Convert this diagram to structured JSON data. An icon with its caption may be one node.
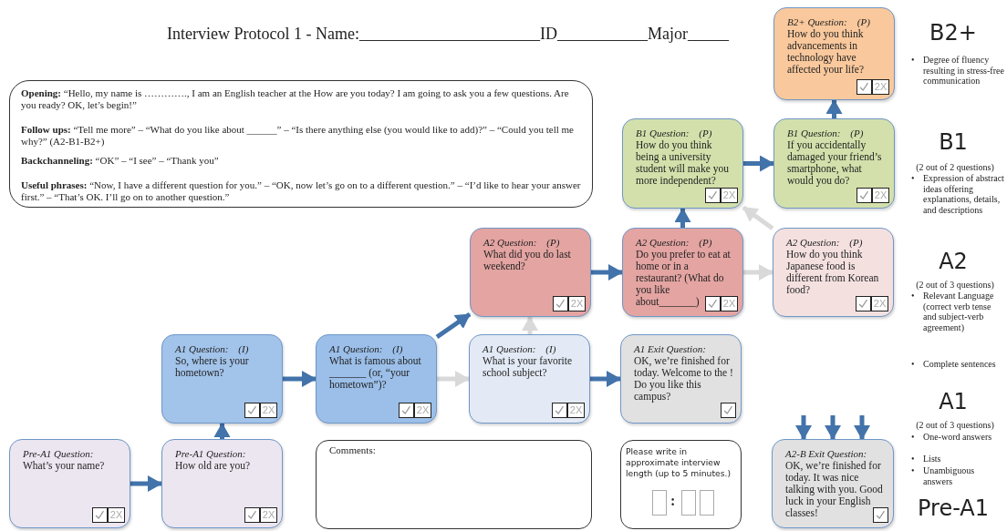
{
  "diagram": {
    "title": "Interview Protocol 1 - Name:______________________ID___________Major_____",
    "nodes": [
      {
        "text": [
          "**Opening:** “Hello, my name is …………., I am an English teacher at the How are you today? I am going to ask you a few questions. Are you ready? OK, let’s begin!”",
          "**Follow ups:** “Tell me more” – “What do you like about ______” – “Is there anything else (you would like to add)?” – “Could you tell me why?” (A2-B1-B2+)",
          "**Backchanneling:** “OK” – “I see” – “Thank you”",
          "**Useful phrases:** “Now, I have a different question for you.” – “OK, now let’s go on to a different question.” – “I’d like to hear your answer first.” – “That’s OK. I’ll go on to another question.”"
        ]
      },
      {
        "text": [
          "B2+ Question: (P)",
          "How do you think advancements in technology have affected your life?",
          "2X"
        ]
      },
      {
        "text": [
          "B1 Question: (P)",
          "How do you think being a university student will make you more independent?",
          "2X"
        ]
      },
      {
        "text": [
          "B1 Question: (P)",
          "If you accidentally damaged your friend’s smartphone, what would you do?",
          "2X"
        ]
      },
      {
        "text": [
          "A2 Question: (P)",
          "What did you do last weekend?",
          "2X"
        ]
      },
      {
        "text": [
          "A2 Question: (P)",
          "Do you prefer to eat at home or in a restaurant? (What do you like about_______)",
          "2X"
        ]
      },
      {
        "text": [
          "A2 Question: (P)",
          "How do you think Japanese food is different from Korean food?",
          "2X"
        ]
      },
      {
        "text": [
          "A1 Question: (I)",
          "So, where is your hometown?",
          "2X"
        ]
      },
      {
        "text": [
          "A1 Question: (I)",
          "What is famous about _______ (or, “your hometown”)?",
          "2X"
        ]
      },
      {
        "text": [
          "A1 Question: (I)",
          "What is your favorite school subject?",
          "2X"
        ]
      },
      {
        "text": [
          "A1 Exit Question:",
          "OK, we’re finished for today. Welcome to the ! Do you like this campus?"
        ]
      },
      {
        "text": [
          "Pre-A1 Question:",
          "What’s your name?",
          "2X"
        ]
      },
      {
        "text": [
          "Pre-A1 Question:",
          "How old are you?",
          "2X"
        ]
      },
      {
        "text": [
          "Comments:"
        ]
      },
      {
        "text": [
          "Please write in approximate interview length (up to 5 minutes.)",
          ":"
        ]
      },
      {
        "text": [
          "A2-B Exit Question:",
          "OK, we’re finished for today. It was nice talking with you. Good luck in your English classes!"
        ]
      }
    ],
    "edges": [
      {
        "from": 11,
        "to": 12,
        "arrow": "to"
      },
      {
        "from": 12,
        "to": 7,
        "arrow": "to"
      },
      {
        "from": 7,
        "to": 8,
        "arrow": "to"
      },
      {
        "from": 8,
        "to": 4,
        "arrow": "to"
      },
      {
        "from": 8,
        "to": 9,
        "arrow": "to",
        "color": "#d9d9d9"
      },
      {
        "from": 9,
        "to": 4,
        "arrow": "to",
        "color": "#d9d9d9"
      },
      {
        "from": 9,
        "to": 10,
        "arrow": "to"
      },
      {
        "from": 4,
        "to": 5,
        "arrow": "to"
      },
      {
        "from": 5,
        "to": 6,
        "arrow": "to",
        "color": "#d9d9d9"
      },
      {
        "from": 5,
        "to": 2,
        "arrow": "to"
      },
      {
        "from": 6,
        "to": 2,
        "arrow": "to",
        "color": "#d9d9d9"
      },
      {
        "from": 2,
        "to": 3,
        "arrow": "to"
      },
      {
        "from": 3,
        "to": 1,
        "arrow": "to"
      },
      {
        "from": null,
        "to": 15,
        "arrow": "to"
      },
      {
        "from": null,
        "to": 15,
        "arrow": "to"
      },
      {
        "from": null,
        "to": 15,
        "arrow": "to"
      }
    ],
    "labels": [
      "B2+",
      "•",
      "Degree of fluency resulting in stress-free communication",
      "B1",
      "(2 out of 2 questions)",
      "•",
      "Expression of abstract ideas offering explanations, details, and descriptions",
      "A2",
      "(2 out of 3 questions)",
      "•",
      "Relevant Language (correct verb tense and subject-verb agreement)",
      "•",
      "Complete sentences",
      "A1",
      "(2 out of 3 questions)",
      "•",
      "One-word answers",
      "•",
      "Lists",
      "•",
      "Unambiguous answers",
      "Pre-A1"
    ]
  }
}
